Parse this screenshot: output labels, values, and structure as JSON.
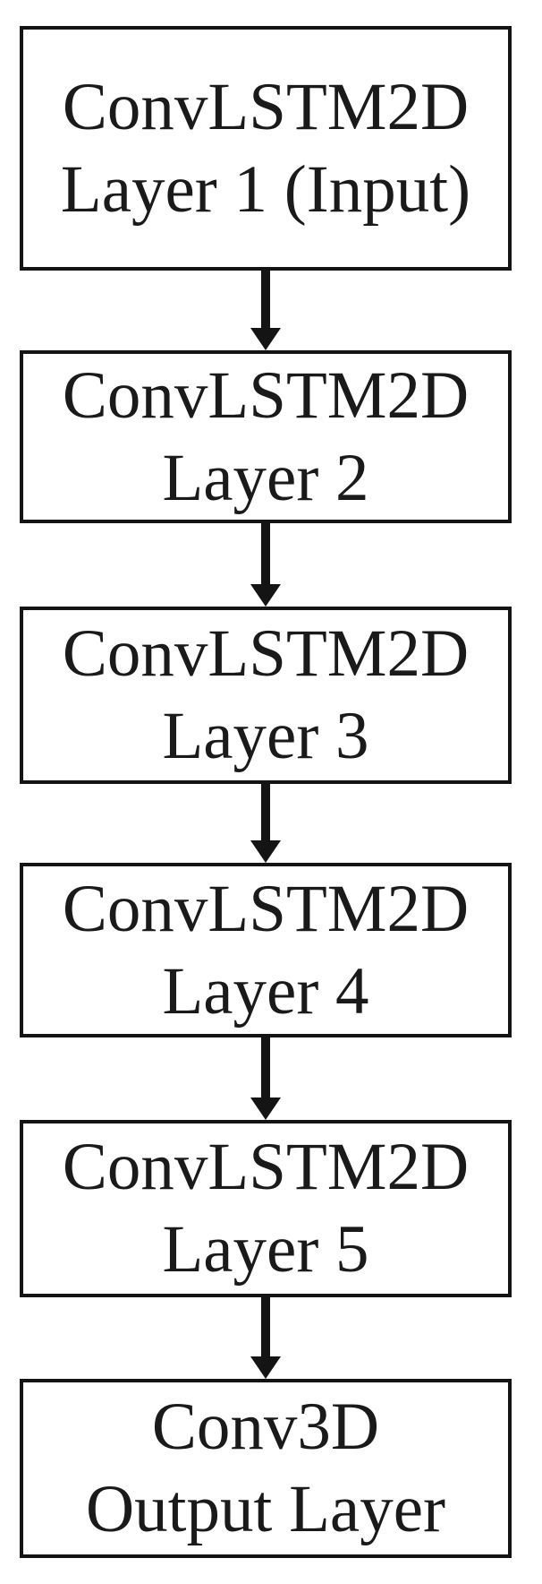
{
  "diagram": {
    "type": "flowchart",
    "direction": "top-down",
    "colors": {
      "background": "#ffffff",
      "node_fill": "#ffffff",
      "node_border": "#141414",
      "text": "#1a1a1a",
      "arrow": "#141414"
    },
    "nodes": [
      {
        "id": "convlstm2d-layer-1",
        "line1": "ConvLSTM2D",
        "line2": "Layer 1 (Input)",
        "label": "ConvLSTM2D Layer 1 (Input)"
      },
      {
        "id": "convlstm2d-layer-2",
        "line1": "ConvLSTM2D",
        "line2": "Layer 2",
        "label": "ConvLSTM2D Layer 2"
      },
      {
        "id": "convlstm2d-layer-3",
        "line1": "ConvLSTM2D",
        "line2": "Layer 3",
        "label": "ConvLSTM2D Layer 3"
      },
      {
        "id": "convlstm2d-layer-4",
        "line1": "ConvLSTM2D",
        "line2": "Layer 4",
        "label": "ConvLSTM2D Layer 4"
      },
      {
        "id": "convlstm2d-layer-5",
        "line1": "ConvLSTM2D",
        "line2": "Layer 5",
        "label": "ConvLSTM2D Layer 5"
      },
      {
        "id": "conv3d-output-layer",
        "line1": "Conv3D",
        "line2": "Output Layer",
        "label": "Conv3D Output Layer"
      }
    ],
    "edges": [
      {
        "from": "convlstm2d-layer-1",
        "to": "convlstm2d-layer-2"
      },
      {
        "from": "convlstm2d-layer-2",
        "to": "convlstm2d-layer-3"
      },
      {
        "from": "convlstm2d-layer-3",
        "to": "convlstm2d-layer-4"
      },
      {
        "from": "convlstm2d-layer-4",
        "to": "convlstm2d-layer-5"
      },
      {
        "from": "convlstm2d-layer-5",
        "to": "conv3d-output-layer"
      }
    ]
  }
}
